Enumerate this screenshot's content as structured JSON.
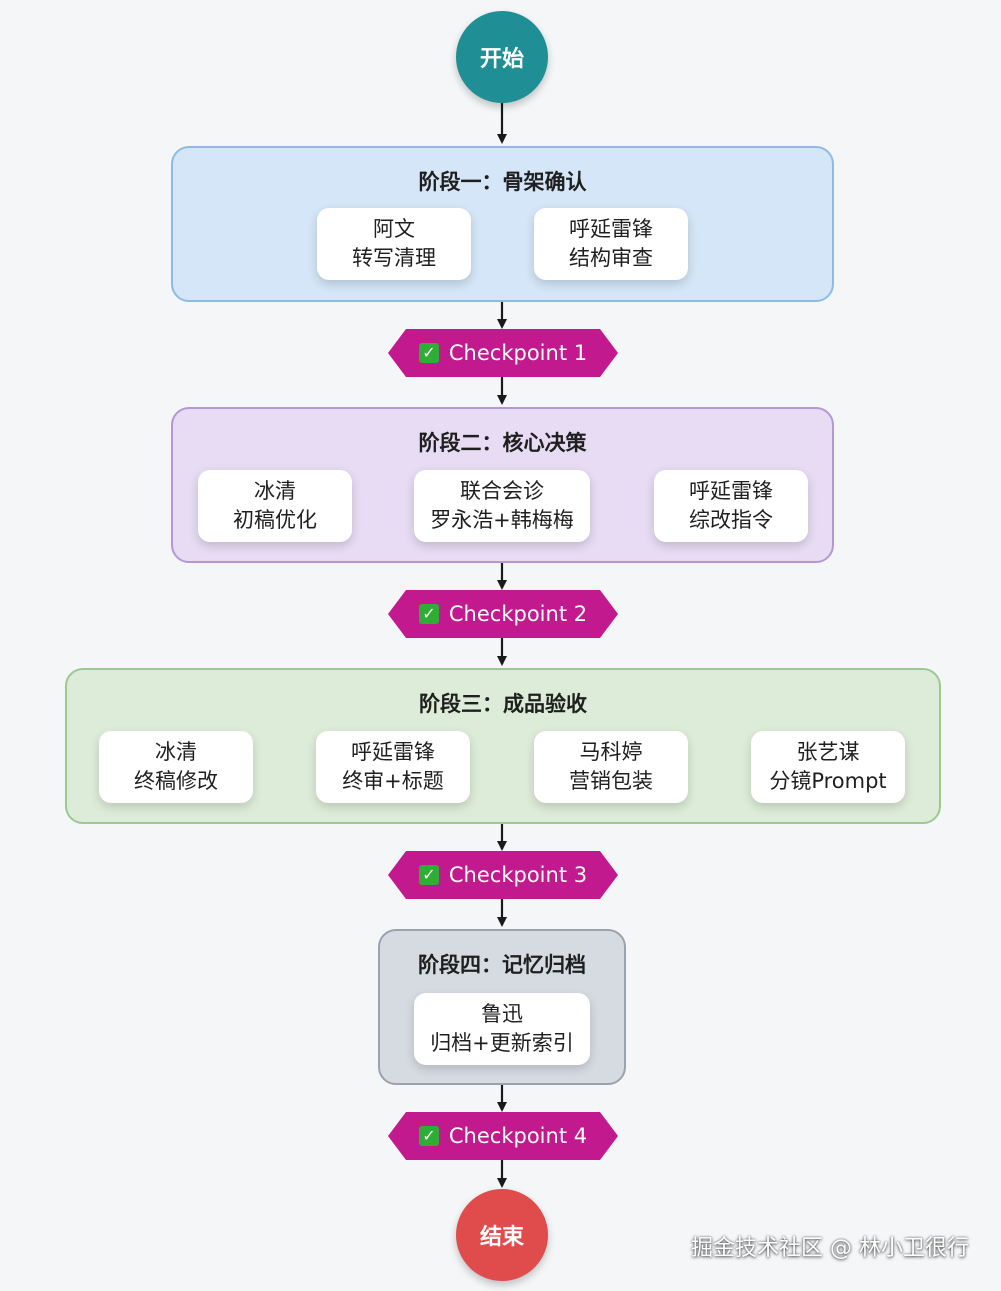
{
  "start": {
    "label": "开始",
    "color": "#1f8f95"
  },
  "end": {
    "label": "结束",
    "color": "#e04b4b"
  },
  "phases": [
    {
      "title": "阶段一：骨架确认",
      "fill": "#d4e6f7",
      "border": "#8ebbe6",
      "steps": [
        {
          "line1": "阿文",
          "line2": "转写清理"
        },
        {
          "line1": "呼延雷锋",
          "line2": "结构审查"
        }
      ]
    },
    {
      "title": "阶段二：核心决策",
      "fill": "#e7dcf3",
      "border": "#b597d8",
      "steps": [
        {
          "line1": "冰清",
          "line2": "初稿优化"
        },
        {
          "line1": "联合会诊",
          "line2": "罗永浩+韩梅梅"
        },
        {
          "line1": "呼延雷锋",
          "line2": "综改指令"
        }
      ]
    },
    {
      "title": "阶段三：成品验收",
      "fill": "#ddecd8",
      "border": "#9cc892",
      "steps": [
        {
          "line1": "冰清",
          "line2": "终稿修改"
        },
        {
          "line1": "呼延雷锋",
          "line2": "终审+标题"
        },
        {
          "line1": "马科婷",
          "line2": "营销包装"
        },
        {
          "line1": "张艺谋",
          "line2": "分镜Prompt"
        }
      ]
    },
    {
      "title": "阶段四：记忆归档",
      "fill": "#d6dbe1",
      "border": "#9aa3ad",
      "steps": [
        {
          "line1": "鲁迅",
          "line2": "归档+更新索引"
        }
      ]
    }
  ],
  "checkpoints": [
    {
      "check_icon": "✓",
      "label": "Checkpoint 1"
    },
    {
      "check_icon": "✓",
      "label": "Checkpoint 2"
    },
    {
      "check_icon": "✓",
      "label": "Checkpoint 3"
    },
    {
      "check_icon": "✓",
      "label": "Checkpoint 4"
    }
  ],
  "checkpoint_color": "#c21a8e",
  "watermark": "掘金技术社区 @ 林小卫很行"
}
